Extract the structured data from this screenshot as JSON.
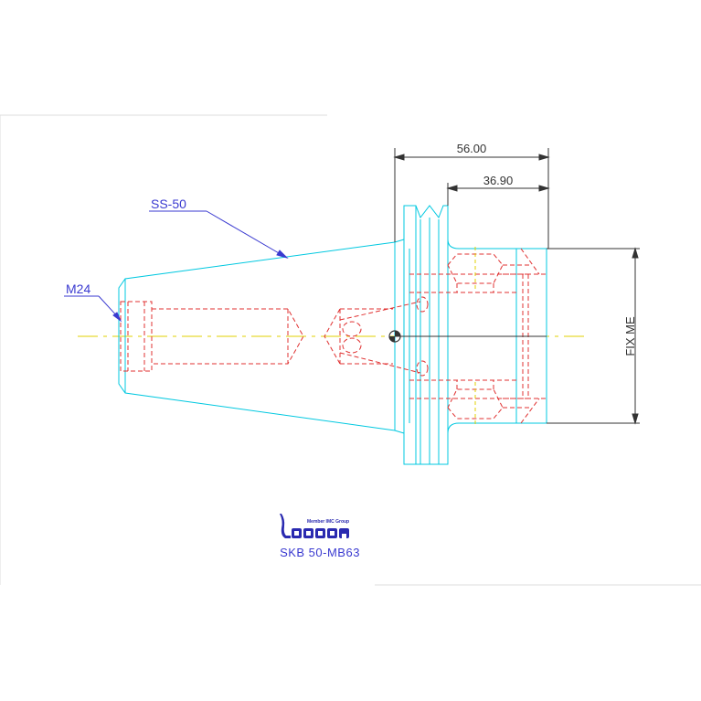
{
  "drawing": {
    "dimensions": {
      "overall_length": "56.00",
      "flange_length": "36.90",
      "vertical_label": "FIX ME"
    },
    "labels": {
      "taper": "SS-50",
      "thread": "M24"
    },
    "title_block": {
      "brand_tagline": "Member IMC Group",
      "model": "SKB 50-MB63"
    },
    "colors": {
      "outline": "#00c8e0",
      "hidden": "#e03030",
      "centerline": "#e0d000",
      "dimension": "#333333",
      "leader": "#3a3ad0",
      "logo": "#2a2ab0"
    },
    "icons": {
      "logo": "iscar-logo-icon"
    }
  }
}
